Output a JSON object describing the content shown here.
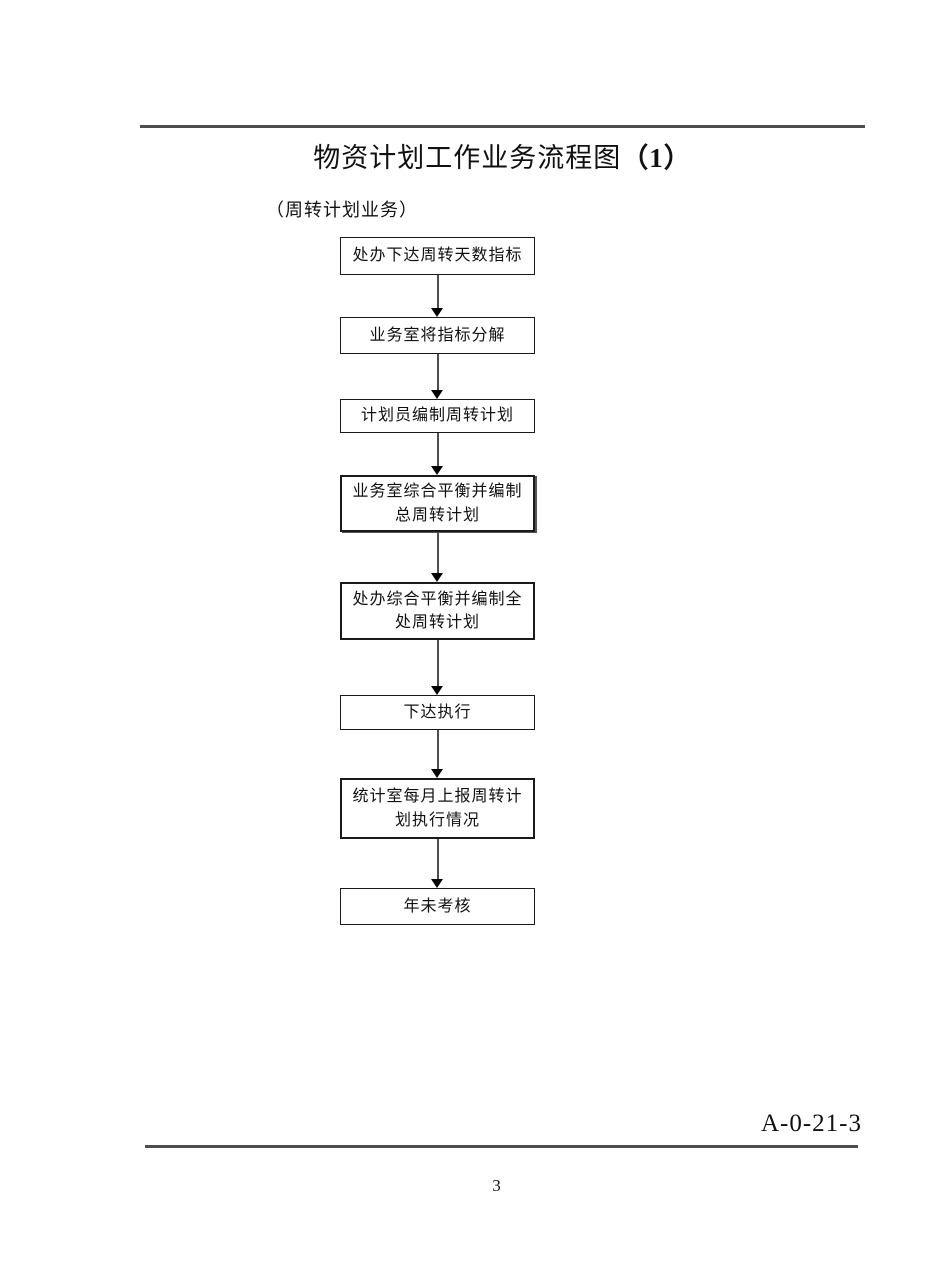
{
  "page": {
    "title": "物资计划工作业务流程图",
    "title_number": "（1）",
    "subtitle": "（周转计划业务）",
    "doc_code": "A-0-21-3",
    "page_number": "3"
  },
  "flowchart": {
    "steps": [
      {
        "label": "处办下达周转天数指标"
      },
      {
        "label": "业务室将指标分解"
      },
      {
        "label": "计划员编制周转计划"
      },
      {
        "label": "业务室综合平衡并编制\n总周转计划"
      },
      {
        "label": "处办综合平衡并编制全\n处周转计划"
      },
      {
        "label": "下达执行"
      },
      {
        "label": "统计室每月上报周转计\n划执行情况"
      },
      {
        "label": "年未考核"
      }
    ]
  }
}
